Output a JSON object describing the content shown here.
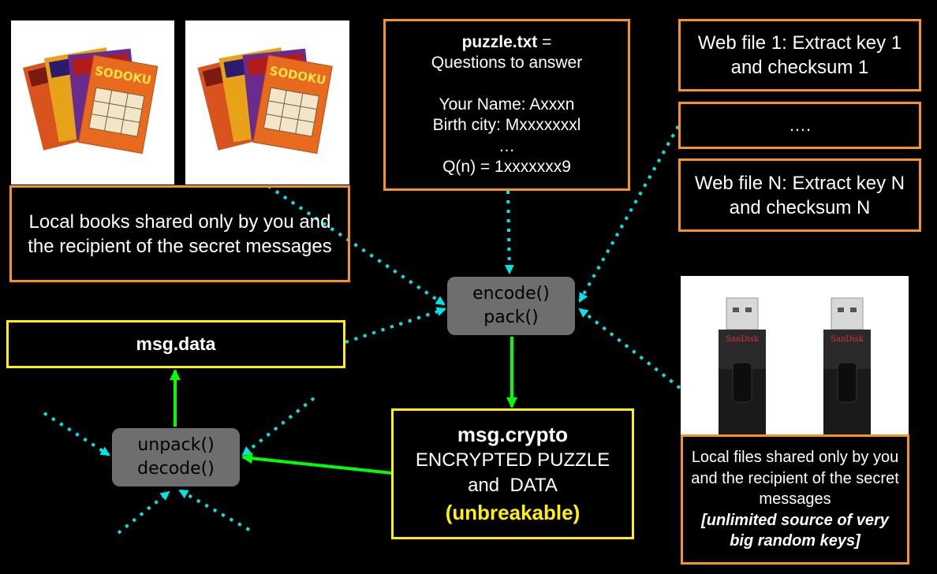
{
  "books_caption": "Local books shared only by you and the recipient of the secret messages",
  "book_cover_text": "SODOKU",
  "puzzle": {
    "title_bold": "puzzle.txt",
    "title_rest": " =",
    "line1": "Questions to answer",
    "line2": "Your Name: Axxxn",
    "line3": "Birth city: Mxxxxxxxl",
    "line4": "…",
    "line5": "Q(n) = 1xxxxxxx9"
  },
  "web_files": {
    "file1": "Web file 1: Extract key 1 and checksum 1",
    "middle": "….",
    "fileN": "Web file N: Extract key N and checksum N"
  },
  "encode_node": {
    "line1": "encode()",
    "line2": "pack()"
  },
  "decode_node": {
    "line1": "unpack()",
    "line2": "decode()"
  },
  "msg_data": "msg.data",
  "msg_crypto": {
    "title": "msg.crypto",
    "line1": "ENCRYPTED PUZZLE",
    "line2": "and  DATA",
    "line3": "(unbreakable)"
  },
  "usb": {
    "brand": "SanDisk",
    "caption": "Local files shared only by you and the recipient of the secret messages",
    "caption_italic": "[unlimited source of very big random keys]"
  },
  "colors": {
    "orange": "#f7931e",
    "yellow": "#fff200",
    "green": "#00ff00",
    "cyan": "#00e5e5",
    "node_gray": "#6e6e6e"
  }
}
